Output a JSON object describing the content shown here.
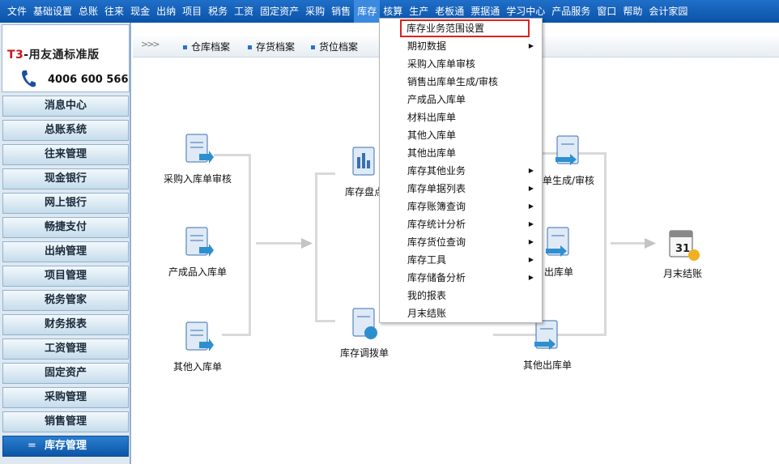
{
  "menubar": [
    "文件",
    "基础设置",
    "总账",
    "往来",
    "现金",
    "出纳",
    "项目",
    "税务",
    "工资",
    "固定资产",
    "采购",
    "销售",
    "库存",
    "核算",
    "生产",
    "老板通",
    "票据通",
    "学习中心",
    "产品服务",
    "窗口",
    "帮助",
    "会计家园"
  ],
  "logo": {
    "brand_prefix": "T3",
    "brand_rest": "-用友通标准版",
    "phone": "4006 600 566"
  },
  "nav": [
    "消息中心",
    "总账系统",
    "往来管理",
    "现金银行",
    "网上银行",
    "畅捷支付",
    "出纳管理",
    "项目管理",
    "税务管家",
    "财务报表",
    "工资管理",
    "固定资产",
    "采购管理",
    "销售管理",
    "库存管理"
  ],
  "nav_selected_index": 14,
  "nav_selected_marker": "=",
  "tabs": [
    "仓库档案",
    "存货档案",
    "货位档案"
  ],
  "tab_arrows": ">>>",
  "nodes": {
    "purchase_in_review": "采购入库单审核",
    "product_in": "产成品入库单",
    "other_in": "其他入库单",
    "stock_count": "库存盘点",
    "transfer": "库存调拨单",
    "sales_out_gen": "单生成/审核",
    "material_out": "出库单",
    "other_out": "其他出库单",
    "month_end": "月末结账"
  },
  "calendar_day": "31",
  "dropdown": [
    {
      "label": "库存业务范围设置",
      "arrow": false
    },
    {
      "label": "期初数据",
      "arrow": true
    },
    {
      "label": "采购入库单审核",
      "arrow": false
    },
    {
      "label": "销售出库单生成/审核",
      "arrow": false
    },
    {
      "label": "产成品入库单",
      "arrow": false
    },
    {
      "label": "材料出库单",
      "arrow": false
    },
    {
      "label": "其他入库单",
      "arrow": false
    },
    {
      "label": "其他出库单",
      "arrow": false
    },
    {
      "label": "库存其他业务",
      "arrow": true
    },
    {
      "label": "库存单据列表",
      "arrow": true
    },
    {
      "label": "库存账簿查询",
      "arrow": true
    },
    {
      "label": "库存统计分析",
      "arrow": true
    },
    {
      "label": "库存货位查询",
      "arrow": true
    },
    {
      "label": "库存工具",
      "arrow": true
    },
    {
      "label": "库存储备分析",
      "arrow": true
    },
    {
      "label": "我的报表",
      "arrow": false
    },
    {
      "label": "月末结账",
      "arrow": false
    }
  ],
  "submenu_arrow": "▶",
  "active_menu": "库存",
  "colors": {
    "menubar": "#0b53a8",
    "highlight_border": "#e02020",
    "nav_selected": "#0d55a6"
  }
}
